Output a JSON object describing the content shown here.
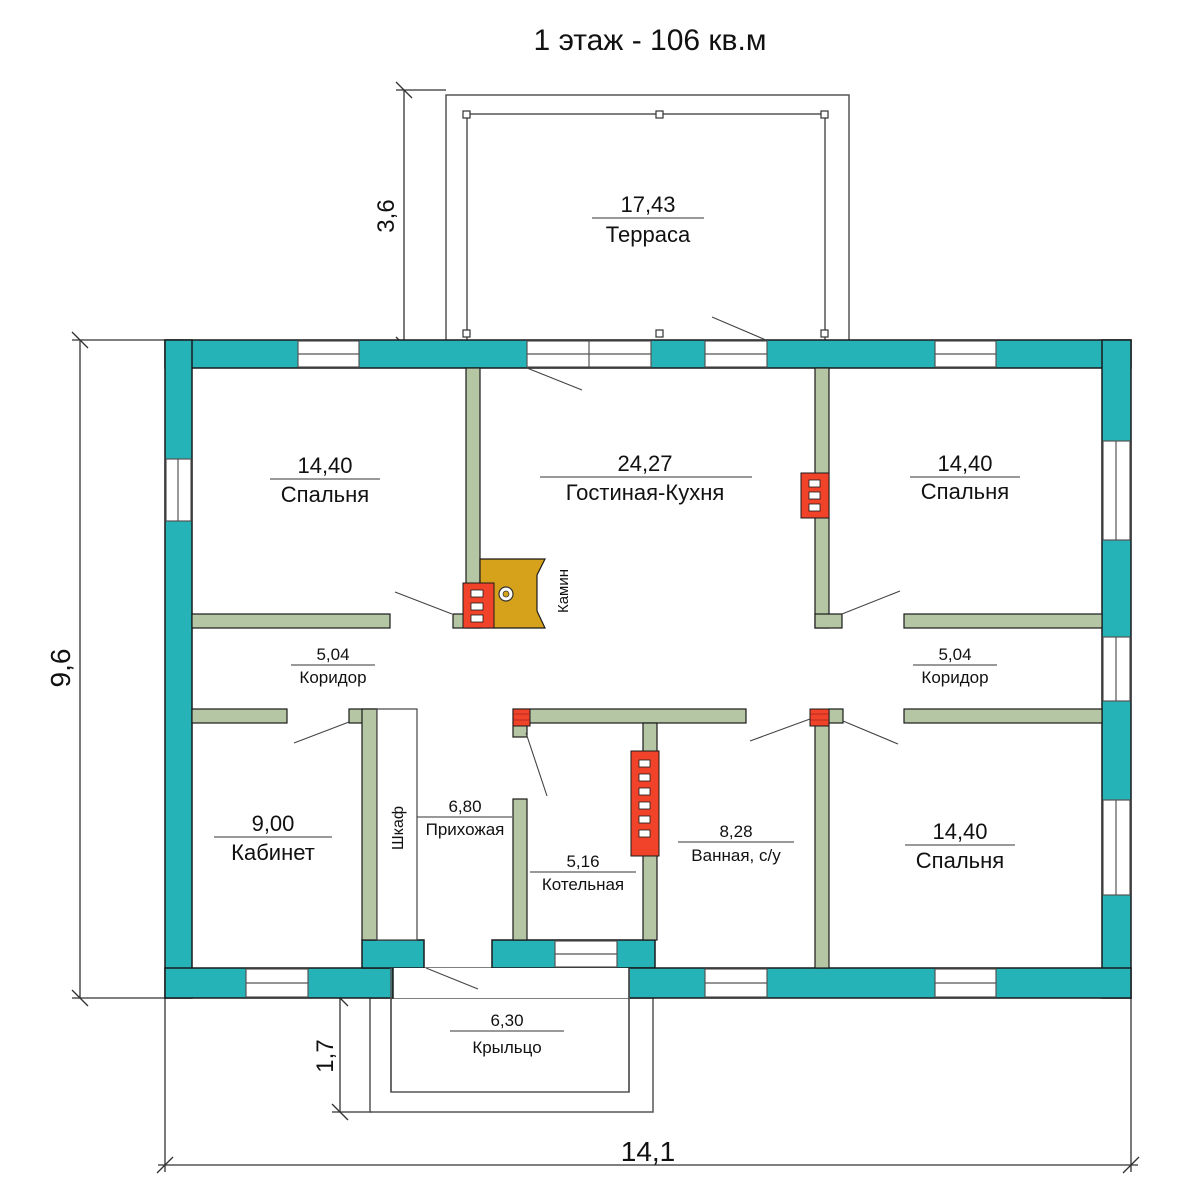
{
  "title": "1 этаж - 106 кв.м",
  "colors": {
    "wall": "#26b3b8",
    "wall_stroke": "#1a1a1a",
    "partition": "#b4c6a4",
    "chimney": "#f0432a",
    "fireplace": "#d6a21b",
    "window": "#ffffff",
    "line": "#555555"
  },
  "rooms": {
    "terrace": {
      "area": "17,43",
      "name": "Терраса"
    },
    "bedroom_nw": {
      "area": "14,40",
      "name": "Спальня"
    },
    "living_kitchen": {
      "area": "24,27",
      "name": "Гостиная-Кухня"
    },
    "bedroom_ne": {
      "area": "14,40",
      "name": "Спальня"
    },
    "corridor_w": {
      "area": "5,04",
      "name": "Коридор"
    },
    "corridor_e": {
      "area": "5,04",
      "name": "Коридор"
    },
    "office": {
      "area": "9,00",
      "name": "Кабинет"
    },
    "hall": {
      "area": "6,80",
      "name": "Прихожая"
    },
    "boiler": {
      "area": "5,16",
      "name": "Котельная"
    },
    "bathroom": {
      "area": "8,28",
      "name": "Ванная, с/у"
    },
    "bedroom_se": {
      "area": "14,40",
      "name": "Спальня"
    },
    "porch": {
      "area": "6,30",
      "name": "Крыльцо"
    }
  },
  "fixtures": {
    "fireplace": "Камин",
    "wardrobe": "Шкаф"
  },
  "dimensions": {
    "width": "14,1",
    "depth": "9,6",
    "terrace_depth": "3,6",
    "porch_depth": "1,7"
  }
}
